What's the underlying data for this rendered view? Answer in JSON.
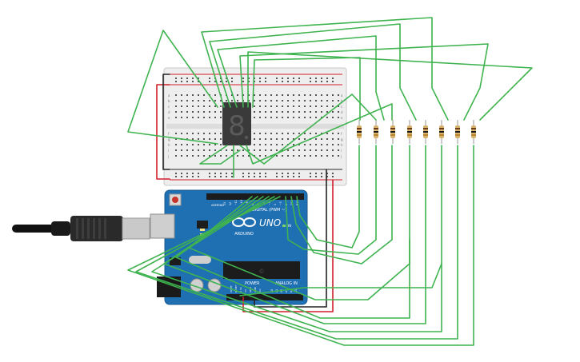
{
  "colors": {
    "wire_green": "#3fb34f",
    "wire_red": "#d21f2a",
    "wire_black": "#222222",
    "breadboard": "#ececec",
    "arduino": "#1f6fb3",
    "display": "#3a3a3a",
    "segment": "#555555"
  },
  "arduino": {
    "logo": "ARDUINO",
    "model": "UNO",
    "digital_label": "DIGITAL (PWM ~)",
    "power_label": "POWER",
    "analog_label": "ANALOG IN",
    "on_label": "ON",
    "aref_label": "AREF",
    "gnd_label": "GND",
    "chip_mark": "©",
    "digital_pins": [
      "13",
      "12",
      "~11",
      "~10",
      "~9",
      "8",
      "7",
      "~6",
      "~5",
      "4",
      "~3",
      "2",
      "TX1",
      "RX0"
    ],
    "analog_pins": [
      "A0",
      "A1",
      "A2",
      "A3",
      "A4",
      "A5"
    ],
    "power_pins": [
      "IOREF",
      "RESET",
      "3.3V",
      "5V",
      "GND",
      "GND",
      "Vin"
    ]
  },
  "breadboard": {
    "row_letters_top": [
      "a",
      "b",
      "c",
      "d",
      "e"
    ],
    "row_letters_bottom": [
      "f",
      "g",
      "h",
      "i",
      "j"
    ]
  },
  "display": {
    "digit": "8"
  },
  "resistor_count": 8
}
